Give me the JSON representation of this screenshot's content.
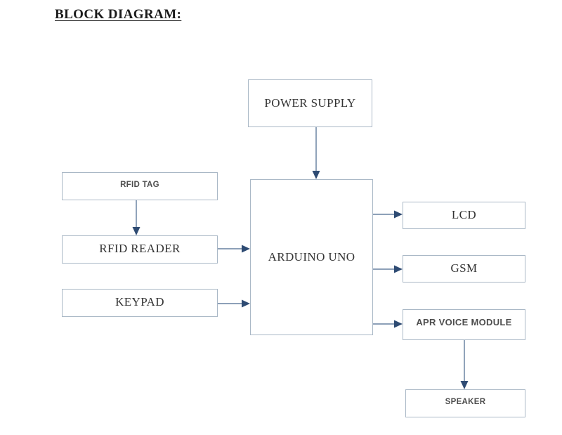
{
  "page": {
    "title": "BLOCK DIAGRAM:",
    "background_color": "#ffffff"
  },
  "style": {
    "box_border_color": "#aab8c6",
    "box_fill_color": "#ffffff",
    "connector_line_color": "#7d93ae",
    "arrowhead_color": "#2e4b73",
    "title_color": "#1a1a1a"
  },
  "blocks": [
    {
      "id": "power-supply",
      "label": "POWER SUPPLY",
      "font": "serif"
    },
    {
      "id": "rfid-tag",
      "label": "RFID TAG",
      "font": "sans"
    },
    {
      "id": "rfid-reader",
      "label": "RFID READER",
      "font": "serif"
    },
    {
      "id": "keypad",
      "label": "KEYPAD",
      "font": "serif"
    },
    {
      "id": "arduino-uno",
      "label": "ARDUINO UNO",
      "font": "serif"
    },
    {
      "id": "lcd",
      "label": "LCD",
      "font": "serif"
    },
    {
      "id": "gsm",
      "label": "GSM",
      "font": "serif"
    },
    {
      "id": "apr-voice",
      "label": "APR VOICE MODULE",
      "font": "sans"
    },
    {
      "id": "speaker",
      "label": "SPEAKER",
      "font": "sans"
    }
  ],
  "connections": [
    {
      "from": "power-supply",
      "to": "arduino-uno",
      "direction": "down"
    },
    {
      "from": "rfid-tag",
      "to": "rfid-reader",
      "direction": "down"
    },
    {
      "from": "rfid-reader",
      "to": "arduino-uno",
      "direction": "right"
    },
    {
      "from": "keypad",
      "to": "arduino-uno",
      "direction": "right"
    },
    {
      "from": "arduino-uno",
      "to": "lcd",
      "direction": "right"
    },
    {
      "from": "arduino-uno",
      "to": "gsm",
      "direction": "right"
    },
    {
      "from": "arduino-uno",
      "to": "apr-voice",
      "direction": "right"
    },
    {
      "from": "apr-voice",
      "to": "speaker",
      "direction": "down"
    }
  ]
}
